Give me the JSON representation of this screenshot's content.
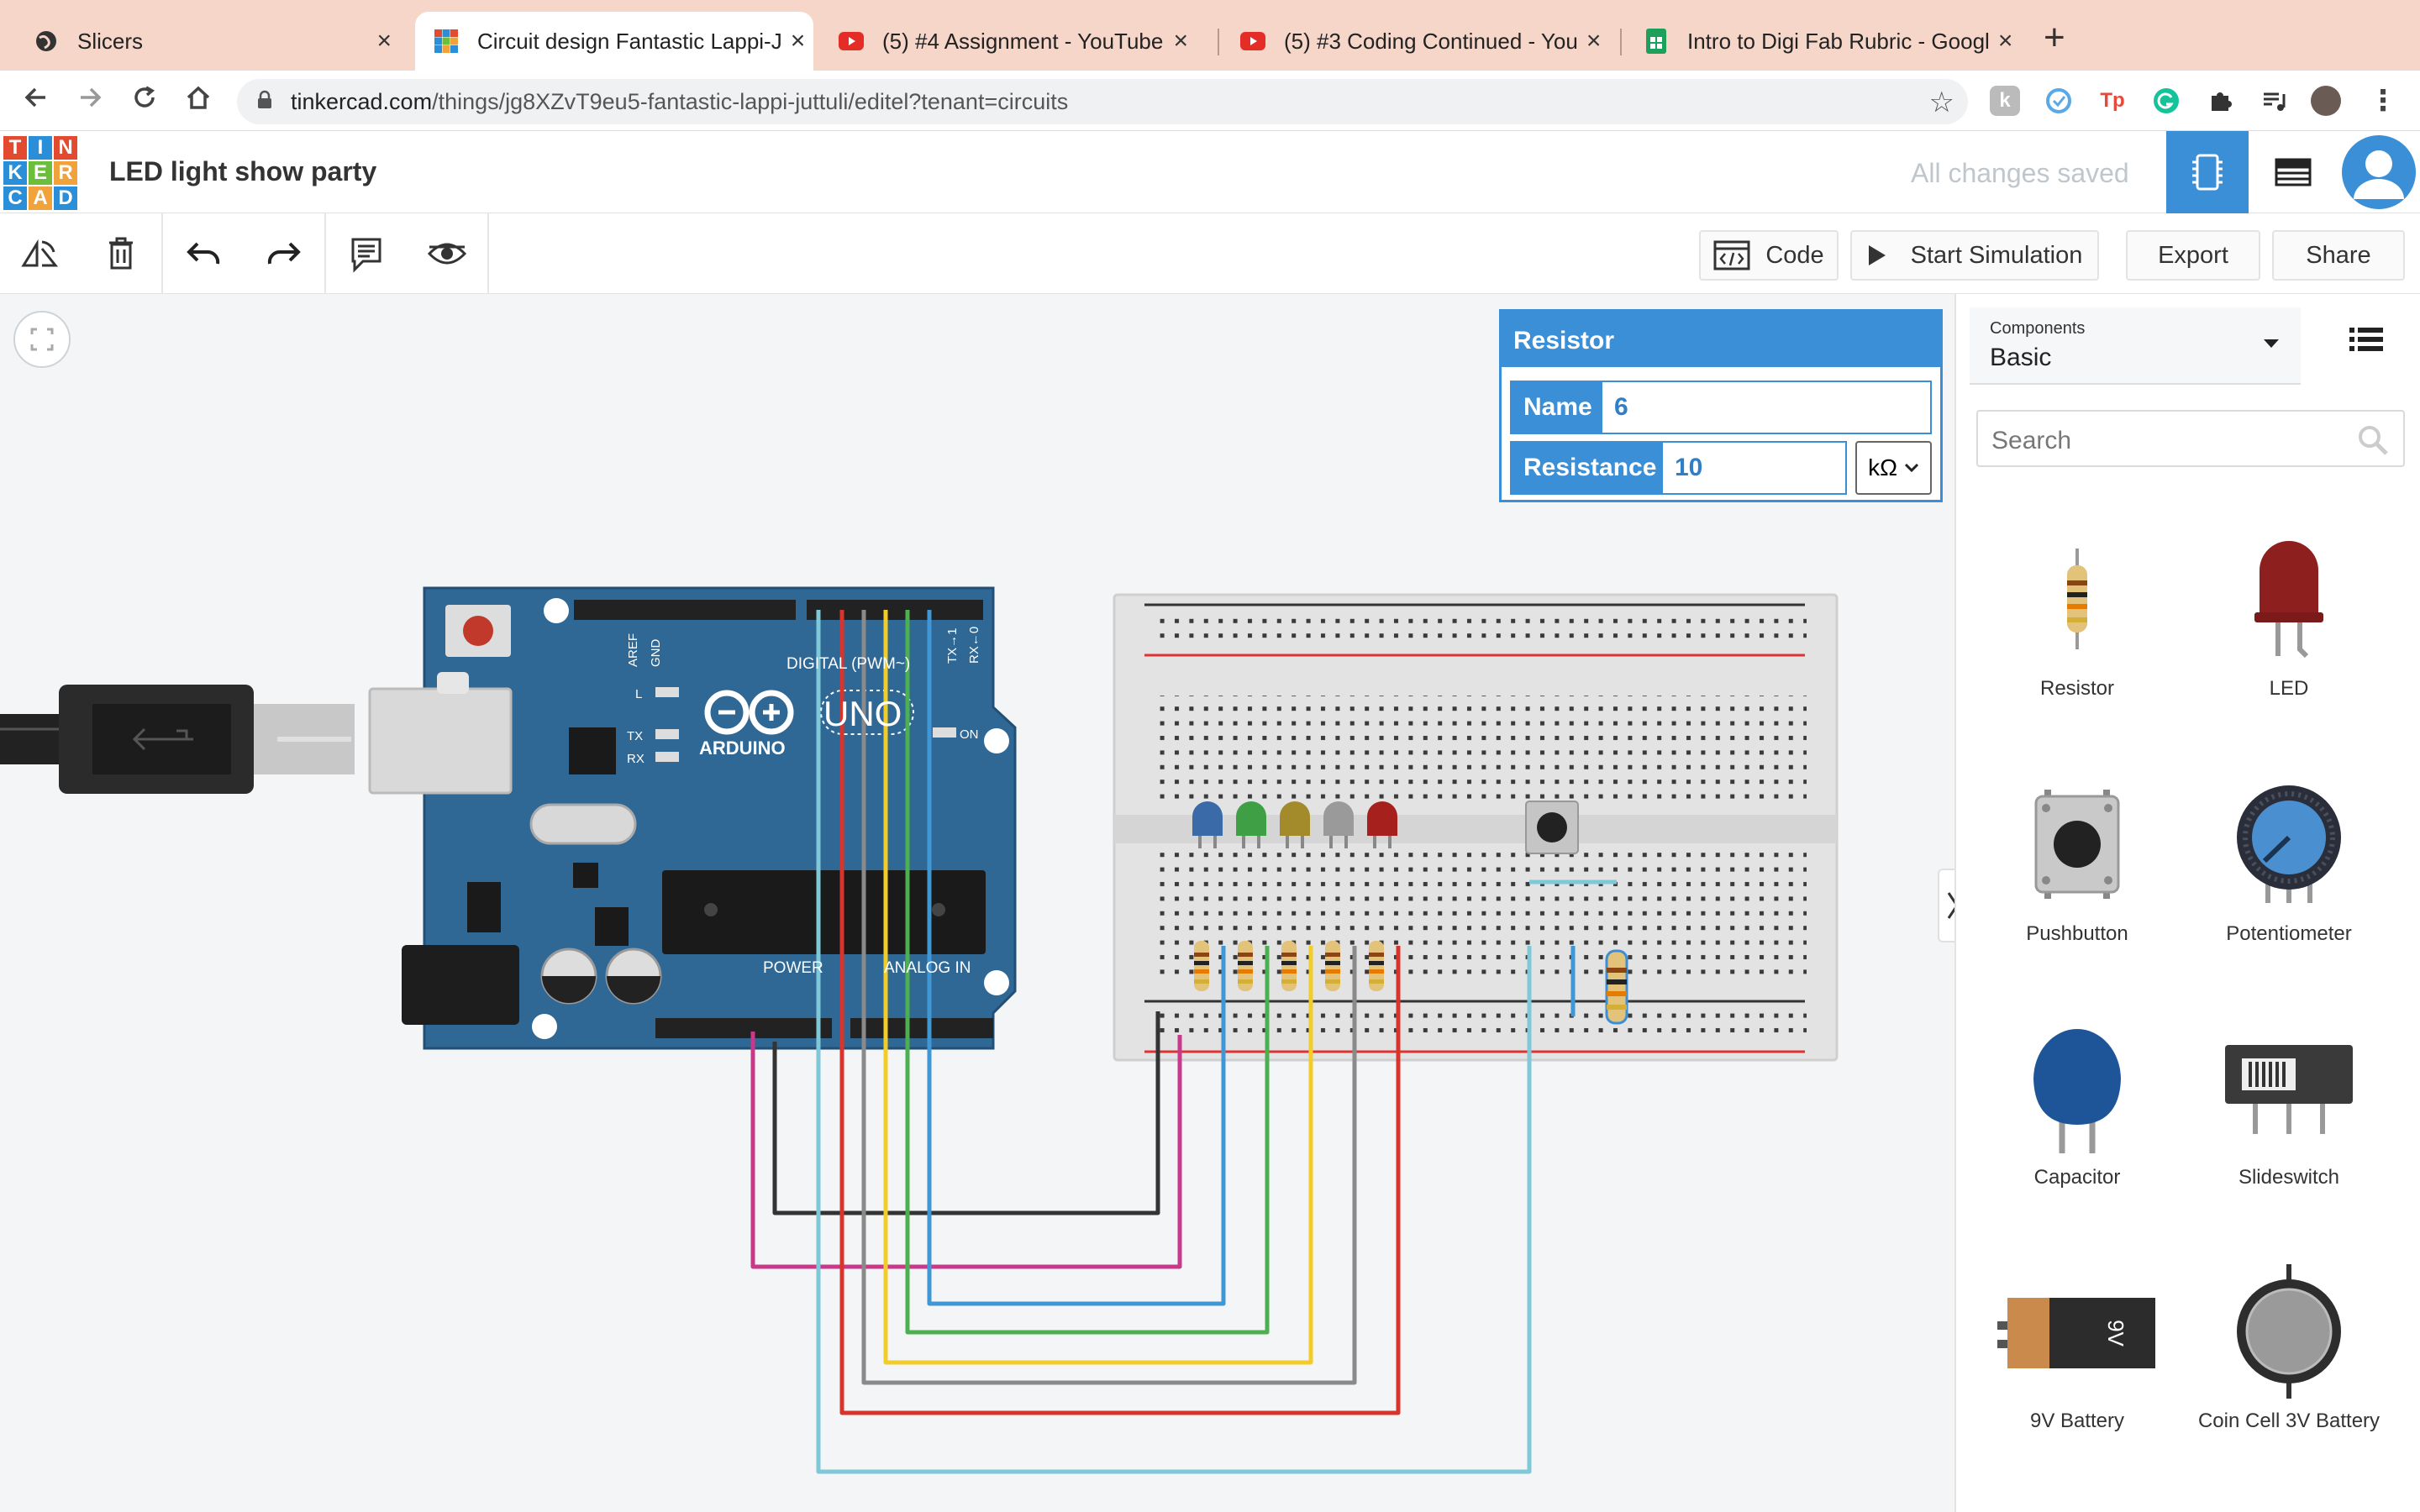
{
  "browser": {
    "tabs": [
      {
        "title": "Slicers",
        "active": false
      },
      {
        "title": "Circuit design Fantastic Lappi-J",
        "active": true
      },
      {
        "title": "(5) #4 Assignment - YouTube",
        "active": false
      },
      {
        "title": "(5) #3 Coding Continued - You",
        "active": false
      },
      {
        "title": "Intro to Digi Fab Rubric - Googl",
        "active": false
      }
    ],
    "url_host": "tinkercad.com",
    "url_path": "/things/jg8XZvT9eu5-fantastic-lappi-juttuli/editel?tenant=circuits"
  },
  "app": {
    "logo_letters": [
      "T",
      "I",
      "N",
      "K",
      "E",
      "R",
      "C",
      "A",
      "D"
    ],
    "project_title": "LED light show party",
    "save_status": "All changes saved"
  },
  "toolbar": {
    "code_label": "Code",
    "start_label": "Start Simulation",
    "export_label": "Export",
    "share_label": "Share"
  },
  "inspector": {
    "title": "Resistor",
    "name_label": "Name",
    "name_value": "6",
    "resistance_label": "Resistance",
    "resistance_value": "10",
    "unit": "kΩ"
  },
  "panel": {
    "components_label": "Components",
    "components_value": "Basic",
    "search_placeholder": "Search",
    "items": [
      {
        "name": "Resistor"
      },
      {
        "name": "LED"
      },
      {
        "name": "Pushbutton"
      },
      {
        "name": "Potentiometer"
      },
      {
        "name": "Capacitor"
      },
      {
        "name": "Slideswitch"
      },
      {
        "name": "9V Battery"
      },
      {
        "name": "Coin Cell 3V Battery"
      }
    ]
  },
  "board": {
    "brand": "ARDUINO",
    "model": "UNO",
    "digital_label": "DIGITAL (PWM~)",
    "power_label": "POWER",
    "analog_label": "ANALOG IN",
    "on_label": "ON",
    "tx_label": "TX",
    "rx_label": "RX",
    "l_label": "L"
  },
  "colors": {
    "accent": "#3b8fd6",
    "arduino": "#2f6795",
    "wire_red": "#d8342b",
    "wire_black": "#333333",
    "wire_magenta": "#c9398a",
    "wire_blue": "#3f97d6",
    "wire_green": "#4caf50",
    "wire_yellow": "#f2cd29",
    "wire_gray": "#8a8a8a",
    "wire_cyan": "#7fc8d8"
  }
}
